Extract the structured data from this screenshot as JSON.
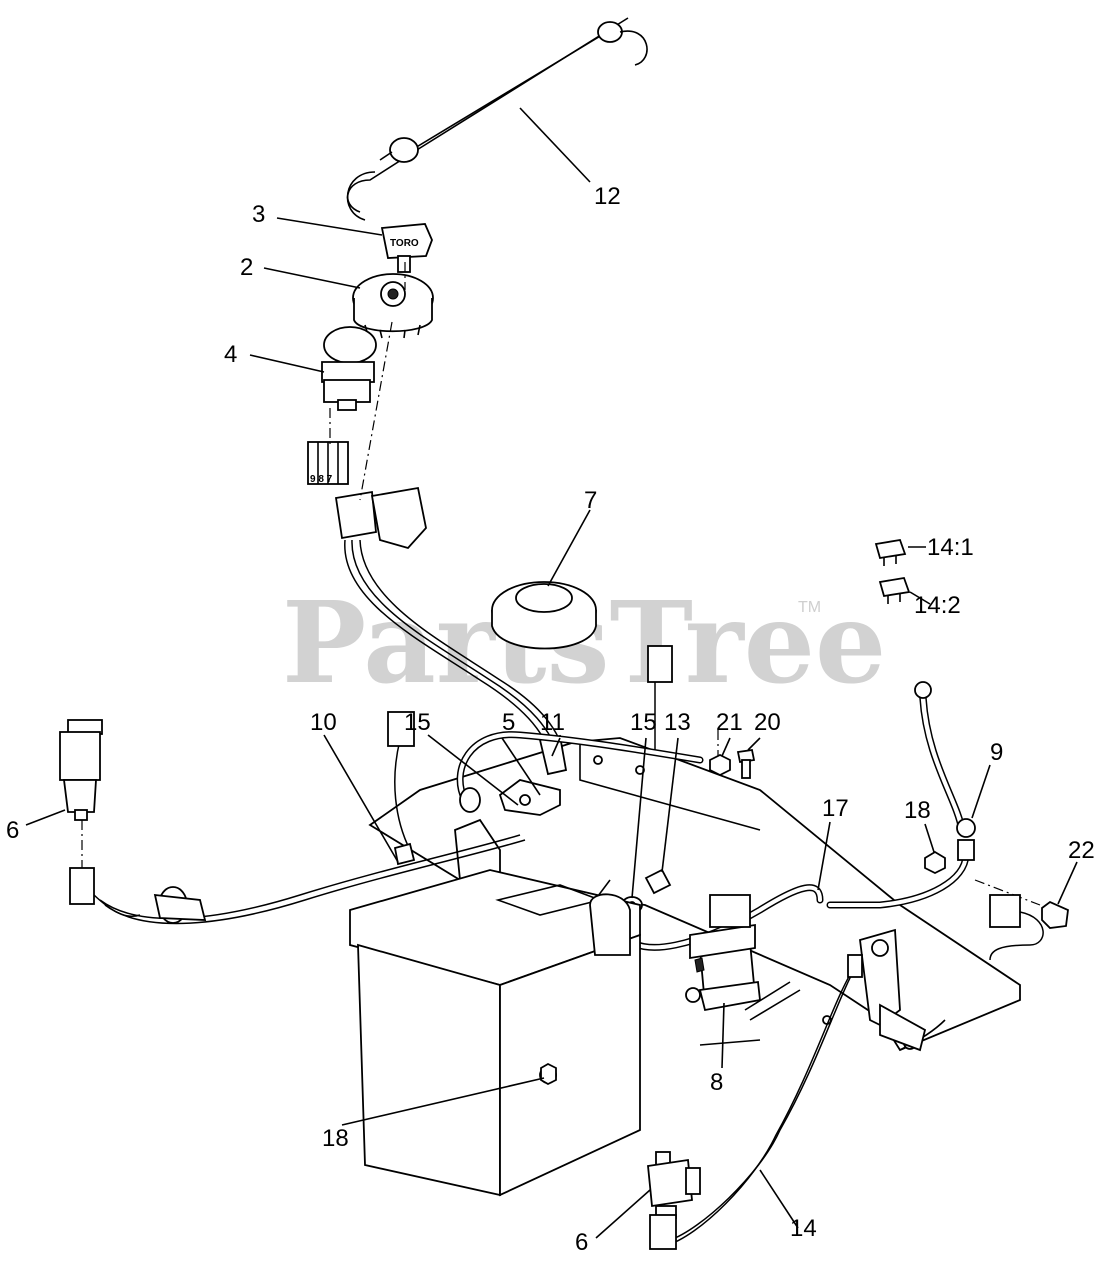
{
  "watermark": {
    "text": "PartsTree",
    "trademark": "TM"
  },
  "key_stamp": "TORO",
  "connector_stamp": "9 8 7",
  "callouts": [
    {
      "id": "c12",
      "text": "12"
    },
    {
      "id": "c3",
      "text": "3"
    },
    {
      "id": "c2",
      "text": "2"
    },
    {
      "id": "c4",
      "text": "4"
    },
    {
      "id": "c7",
      "text": "7"
    },
    {
      "id": "c14-1",
      "text": "14:1"
    },
    {
      "id": "c14-2",
      "text": "14:2"
    },
    {
      "id": "c10",
      "text": "10"
    },
    {
      "id": "c15a",
      "text": "15"
    },
    {
      "id": "c5",
      "text": "5"
    },
    {
      "id": "c11",
      "text": "11"
    },
    {
      "id": "c15b",
      "text": "15"
    },
    {
      "id": "c13",
      "text": "13"
    },
    {
      "id": "c21",
      "text": "21"
    },
    {
      "id": "c20",
      "text": "20"
    },
    {
      "id": "c17",
      "text": "17"
    },
    {
      "id": "c18a",
      "text": "18"
    },
    {
      "id": "c9",
      "text": "9"
    },
    {
      "id": "c22",
      "text": "22"
    },
    {
      "id": "c6a",
      "text": "6"
    },
    {
      "id": "c8",
      "text": "8"
    },
    {
      "id": "c18b",
      "text": "18"
    },
    {
      "id": "c14",
      "text": "14"
    },
    {
      "id": "c6b",
      "text": "6"
    }
  ]
}
